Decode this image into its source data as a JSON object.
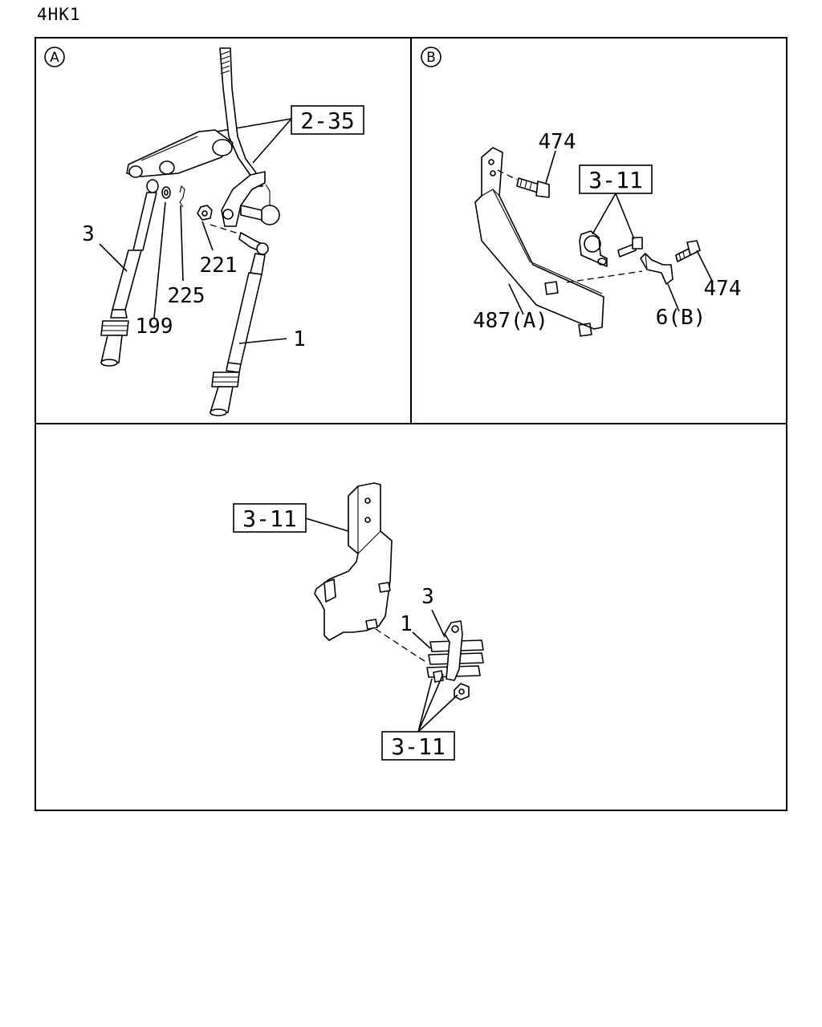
{
  "engine_code": "4HK1",
  "panels": {
    "a": {
      "marker": "A",
      "ref_box": "2-35",
      "labels": {
        "cable_left": "3",
        "washer": "199",
        "pin": "225",
        "nut": "221",
        "cable_right": "1"
      }
    },
    "b": {
      "marker": "B",
      "ref_box": "3-11",
      "labels": {
        "bolt_top": "474",
        "bolt_right": "474",
        "bracket": "487(A)",
        "clip": "6(B)"
      }
    },
    "c": {
      "ref_box_top": "3-11",
      "ref_box_bottom": "3-11",
      "labels": {
        "cable_3": "3",
        "cable_1": "1"
      }
    }
  }
}
